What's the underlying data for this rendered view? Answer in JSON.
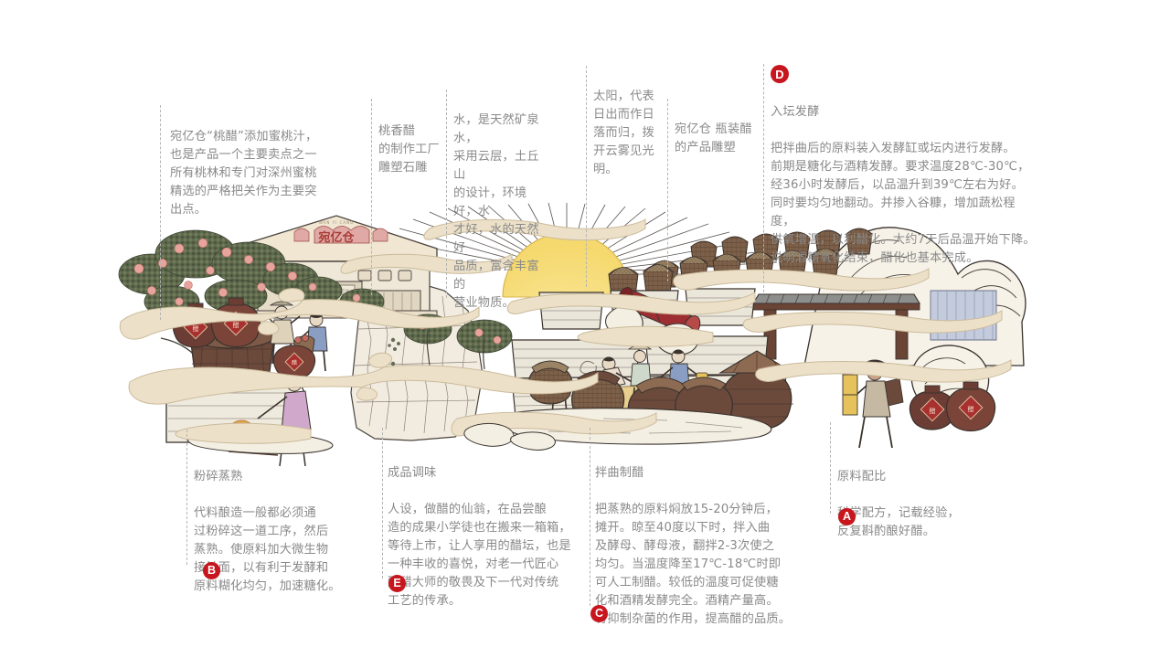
{
  "page": {
    "background": "#ffffff",
    "text_color": "#8a8a8a",
    "marker_color": "#c7161d",
    "leader_color": "#b4b4b4"
  },
  "brand": {
    "sign_text": "宛亿仓",
    "sign_pinyin": "WAN YI CANG"
  },
  "annotations": [
    {
      "id": "peach-vinegar",
      "marker": "",
      "title": "",
      "body": "宛亿仓“桃醋”添加蜜桃汁，\n也是产品一个主要卖点之一\n所有桃林和专门对深州蜜桃\n精选的严格把关作为主要突\n出点。"
    },
    {
      "id": "factory-sculpture",
      "marker": "",
      "title": "",
      "body": "桃香醋\n的制作工厂\n雕塑石雕"
    },
    {
      "id": "water-source",
      "marker": "",
      "title": "",
      "body": "水，是天然矿泉水，\n采用云层，土丘山\n的设计，环境好，水\n才好，水的天然好\n品质，富含丰富的\n营业物质。"
    },
    {
      "id": "sun-meaning",
      "marker": "",
      "title": "",
      "body": "太阳，代表\n日出而作日\n落而归，拨\n开云雾见光明。"
    },
    {
      "id": "bottle-sculpture",
      "marker": "",
      "title": "",
      "body": "宛亿仓 瓶装醋\n的产品雕塑"
    },
    {
      "id": "jar-fermentation",
      "marker": "D",
      "title": "入坛发酵",
      "body": "把拌曲后的原料装入发酵缸或坛内进行发酵。\n前期是糖化与酒精发酵。要求温度28℃-30℃，\n经36小时发酵后，以品温升到39℃左右为好。\n同时要均匀地翻动。并掺入谷糠，增加蔬松程度，\n供氧增温，以利醋化。大约7天后品温开始下降。\n说明酒精氧化结束，醋化也基本完成。"
    },
    {
      "id": "crush-steam",
      "marker": "B",
      "title": "粉碎蒸熟",
      "body": "代料酿造一般都必须通\n过粉碎这一道工序，然后\n蒸熟。使原料加大微生物\n接触面，以有利于发酵和\n原料糊化均匀，加速糖化。"
    },
    {
      "id": "finished-flavor",
      "marker": "E",
      "title": "成品调味",
      "body": "人设，做醋的仙翁，在品尝酿\n造的成果小学徒也在搬来一箱箱，\n等待上市，让人享用的醋坛，也是\n一种丰收的喜悦，对老一代匠心\n酿醋大师的敬畏及下一代对传统\n工艺的传承。"
    },
    {
      "id": "mix-qu-make-vinegar",
      "marker": "C",
      "title": "拌曲制醋",
      "body": "把蒸熟的原料焖放15-20分钟后，\n摊开。晾至40度以下时，拌入曲\n及酵母、酵母液，翻拌2-3次使之\n均匀。当温度降至17℃-18℃时即\n可人工制醋。较低的温度可促使糖\n化和酒精发酵完全。酒精产量高。\n有抑制杂菌的作用，提高醋的品质。"
    },
    {
      "id": "raw-material-ratio",
      "marker": "A",
      "title": "原料配比",
      "body": "科学配方，记载经验，\n反复斟酌酿好醋。"
    }
  ],
  "illustration": {
    "name": "vinegar-brewing-scene",
    "elements": [
      "peach-trees",
      "factory-building",
      "sun",
      "stone-cliff",
      "fermentation-jars",
      "grain-baskets",
      "workers",
      "steamer-stove",
      "vinegar-urns",
      "cloud-ribbons",
      "mountain",
      "pavilion",
      "red-cannon"
    ],
    "colors": {
      "cloud": "#ece0c8",
      "cream": "#f3ece0",
      "sun": "#f7dd86",
      "urn_brown": "#6b4a3c",
      "jar_tan": "#7d6049",
      "foliage": "#5e6a4c",
      "peach": "#e8a6a0",
      "roof_tan": "#e9dcc2",
      "ink": "#3a332e",
      "cannon_red": "#9d2f33",
      "blue_cloth": "#8a9ec4",
      "purple_cloth": "#c9a8cc"
    }
  }
}
